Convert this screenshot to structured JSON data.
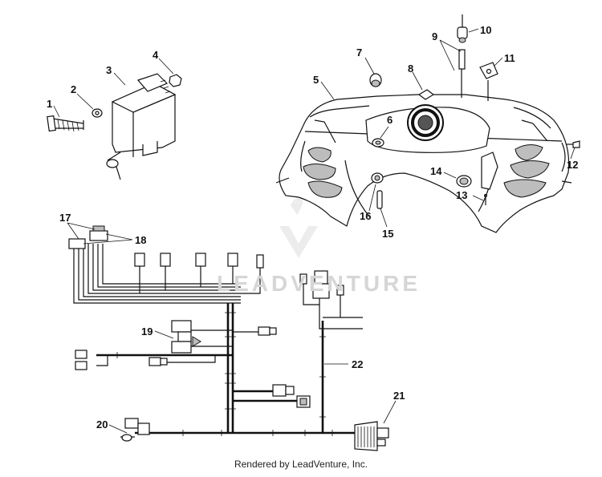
{
  "watermark": {
    "text": "LEADVENTURE"
  },
  "footer": {
    "text": "Rendered by LeadVenture, Inc."
  },
  "parts": [
    {
      "num": "1"
    },
    {
      "num": "2"
    },
    {
      "num": "3"
    },
    {
      "num": "4"
    },
    {
      "num": "5"
    },
    {
      "num": "6"
    },
    {
      "num": "7"
    },
    {
      "num": "8"
    },
    {
      "num": "9"
    },
    {
      "num": "10"
    },
    {
      "num": "11"
    },
    {
      "num": "12"
    },
    {
      "num": "13"
    },
    {
      "num": "14"
    },
    {
      "num": "15"
    },
    {
      "num": "16"
    },
    {
      "num": "17"
    },
    {
      "num": "18"
    },
    {
      "num": "19"
    },
    {
      "num": "20"
    },
    {
      "num": "21"
    },
    {
      "num": "22"
    }
  ]
}
